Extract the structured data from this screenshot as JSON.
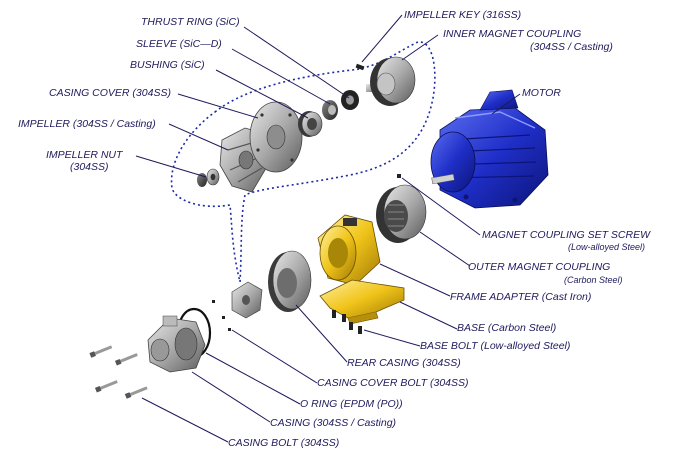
{
  "labels": {
    "thrust_ring": "THRUST RING (SiC)",
    "sleeve": "SLEEVE (SiC—D)",
    "bushing": "BUSHING (SiC)",
    "casing_cover": "CASING COVER (304SS)",
    "impeller": "IMPELLER (304SS / Casting)",
    "impeller_nut_1": "IMPELLER NUT",
    "impeller_nut_2": "(304SS)",
    "impeller_key": "IMPELLER KEY (316SS)",
    "inner_magnet_1": "INNER MAGNET COUPLING",
    "inner_magnet_2": "(304SS / Casting)",
    "motor": "MOTOR",
    "set_screw_1": "MAGNET COUPLING SET SCREW",
    "set_screw_2": "(Low-alloyed Steel)",
    "outer_magnet_1": "OUTER MAGNET COUPLING",
    "outer_magnet_2": "(Carbon Steel)",
    "frame_adapter": "FRAME ADAPTER (Cast Iron)",
    "base": "BASE (Carbon Steel)",
    "base_bolt": "BASE BOLT (Low-alloyed Steel)",
    "rear_casing": "REAR CASING (304SS)",
    "casing_cover_bolt": "CASING COVER BOLT (304SS)",
    "o_ring": "O RING (EPDM (PO))",
    "casing": "CASING (304SS / Casting)",
    "casing_bolt": "CASING BOLT (304SS)"
  },
  "colors": {
    "label_text": "#1f1a5c",
    "motor_blue": "#1f2fc8",
    "frame_yellow": "#f0c419",
    "steel": "#a8a8a8",
    "dotted_outline": "#1c2aa8"
  }
}
